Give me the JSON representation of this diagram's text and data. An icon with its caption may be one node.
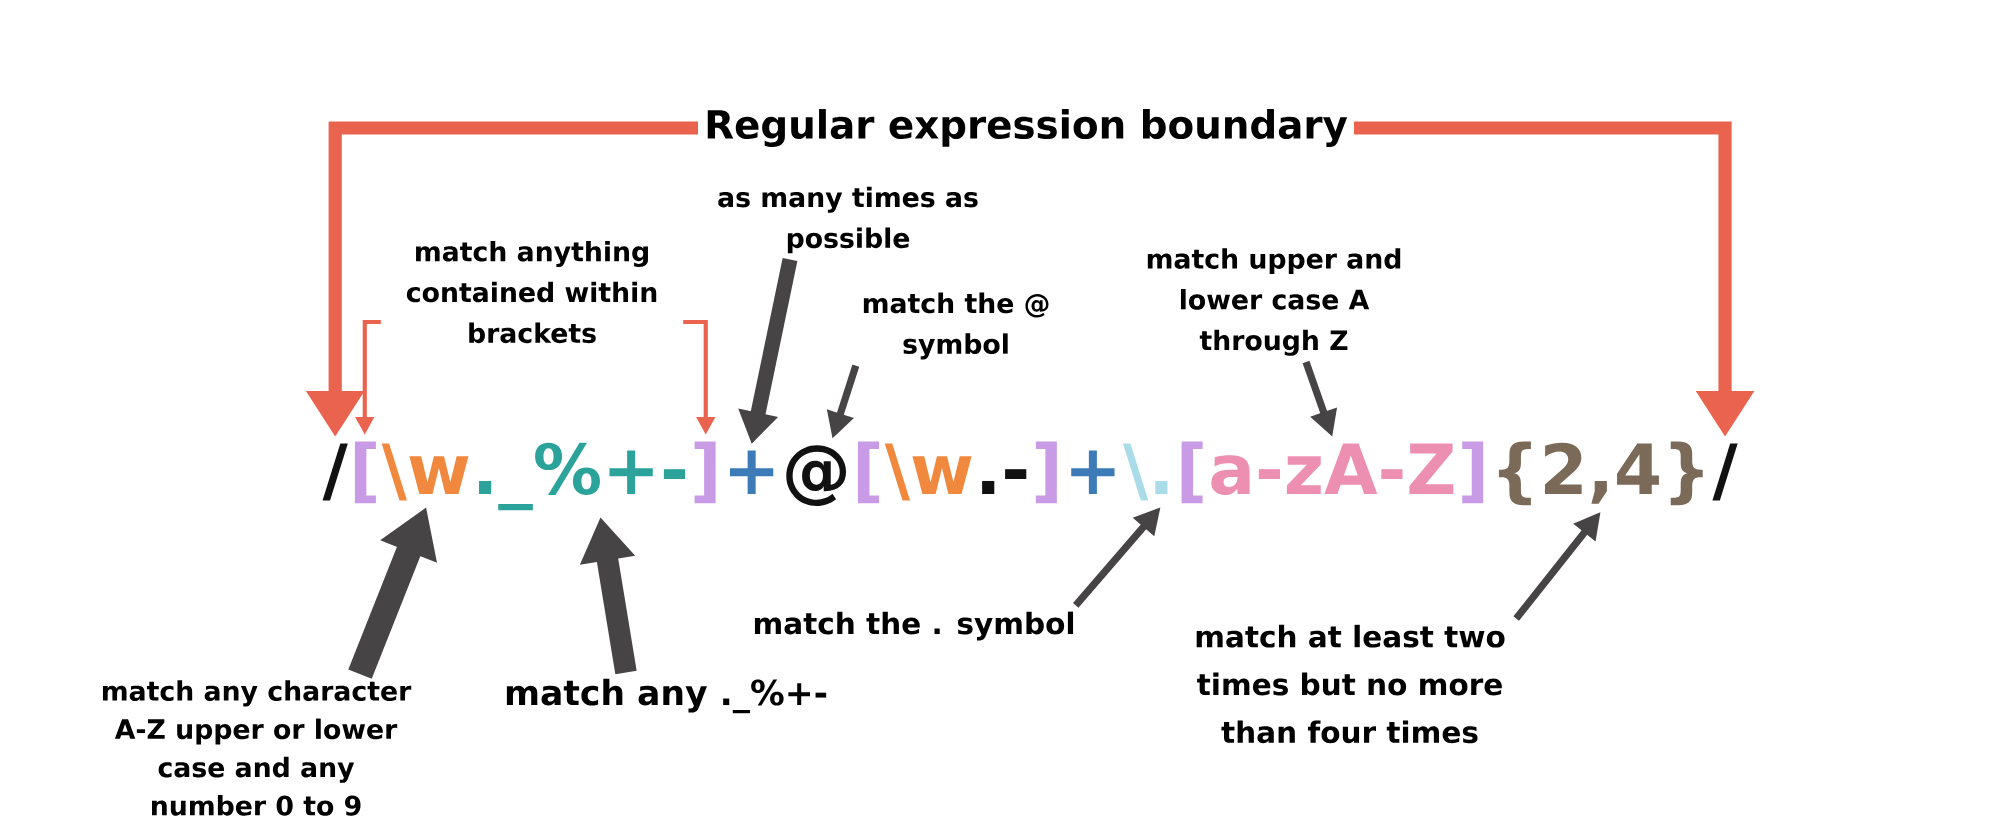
{
  "diagram": {
    "nodes": [
      {
        "text": [
          "Regular expression boundary"
        ]
      },
      {
        "text": [
          "as many times as possible"
        ]
      },
      {
        "text": [
          "match anything contained within brackets"
        ]
      },
      {
        "text": [
          "match the @ symbol"
        ]
      },
      {
        "text": [
          "match upper and lower case A through Z"
        ]
      },
      {
        "text": [
          "/"
        ]
      },
      {
        "text": [
          "["
        ]
      },
      {
        "text": [
          "\\w"
        ]
      },
      {
        "text": [
          "._%+-"
        ]
      },
      {
        "text": [
          "]"
        ]
      },
      {
        "text": [
          "+"
        ]
      },
      {
        "text": [
          "@"
        ]
      },
      {
        "text": [
          "\\."
        ]
      },
      {
        "text": [
          "a-zA-Z"
        ]
      },
      {
        "text": [
          "{2,4}"
        ]
      },
      {
        "text": [
          "/"
        ]
      },
      {
        "text": [
          "match the . symbol"
        ]
      },
      {
        "text": [
          "match at least two times but no more than four times"
        ]
      },
      {
        "text": [
          "match any character A-Z upper or lower case and any number 0 to 9"
        ]
      },
      {
        "text": [
          "match any ._%+-"
        ]
      }
    ],
    "edges": [
      {
        "from": 0,
        "to": 5,
        "arrow": "to",
        "style": "thick",
        "color": "#e9634f"
      },
      {
        "from": 0,
        "to": 15,
        "arrow": "to",
        "style": "thick",
        "color": "#e9634f"
      },
      {
        "from": 2,
        "to": 6,
        "arrow": "to",
        "color": "#e9634f"
      },
      {
        "from": 2,
        "to": 9,
        "arrow": "to",
        "color": "#e9634f"
      },
      {
        "from": 1,
        "to": 10,
        "arrow": "to",
        "style": "thick"
      },
      {
        "from": 3,
        "to": 11,
        "arrow": "to"
      },
      {
        "from": 4,
        "to": 13,
        "arrow": "to"
      },
      {
        "from": 16,
        "to": 12,
        "arrow": "to"
      },
      {
        "from": 17,
        "to": 14,
        "arrow": "to"
      },
      {
        "from": 18,
        "to": 7,
        "arrow": "to",
        "style": "thick"
      },
      {
        "from": 19,
        "to": 8,
        "arrow": "to",
        "style": "thick"
      }
    ],
    "labels": [
      "[",
      "\\w",
      ".-",
      "]",
      "+",
      "[",
      "]"
    ]
  }
}
